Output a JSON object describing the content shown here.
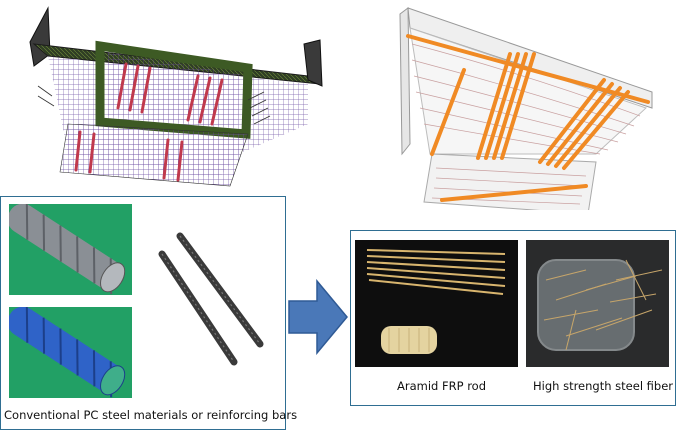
{
  "left_panel": {
    "caption": "Conventional PC steel materials or reinforcing bars"
  },
  "right_panel": {
    "caption_rod": "Aramid FRP rod",
    "caption_fiber": "High strength steel fiber"
  },
  "colors": {
    "panel_border": "#2f6e92",
    "arrow_fill": "#4a78b8",
    "frp_orange": "#f08a24",
    "green_bg": "#1f9c5f",
    "tendon_red": "#c0394d",
    "mesh_purple": "#6a4aa0"
  }
}
